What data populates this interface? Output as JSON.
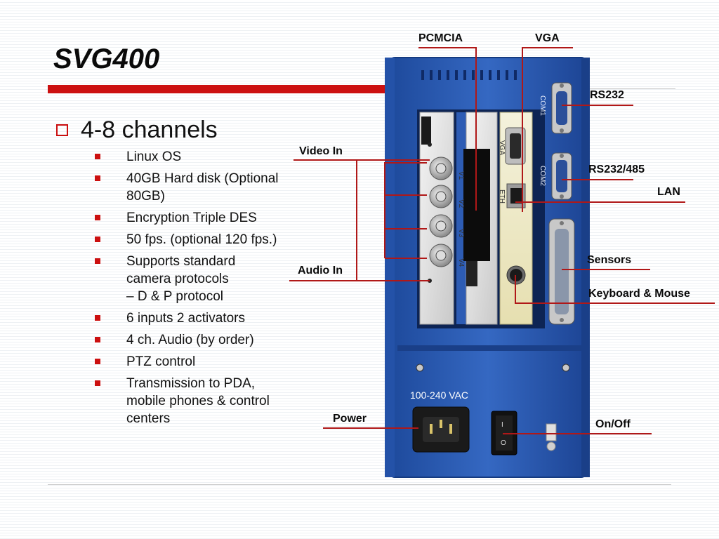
{
  "slide": {
    "title": "SVG400",
    "heading": "4-8 channels",
    "bullets": [
      {
        "lines": [
          "Linux OS"
        ]
      },
      {
        "lines": [
          "40GB Hard disk (Optional",
          "80GB)"
        ]
      },
      {
        "lines": [
          "Encryption Triple DES"
        ]
      },
      {
        "lines": [
          "50 fps. (optional 120 fps.)"
        ]
      },
      {
        "lines": [
          "Supports standard",
          "camera protocols",
          "– D & P protocol"
        ]
      },
      {
        "lines": [
          "6 inputs 2 activators"
        ]
      },
      {
        "lines": [
          "4 ch. Audio (by order)"
        ]
      },
      {
        "lines": [
          "PTZ control"
        ]
      },
      {
        "lines": [
          "Transmission to PDA,",
          "mobile phones & control",
          "centers"
        ]
      }
    ]
  },
  "callouts": {
    "pcmcia": "PCMCIA",
    "vga": "VGA",
    "rs232": "RS232",
    "rs232_485": "RS232/485",
    "lan": "LAN",
    "video_in": "Video In",
    "audio_in": "Audio In",
    "sensors": "Sensors",
    "keyboard_mouse": "Keyboard & Mouse",
    "power": "Power",
    "on_off": "On/Off"
  },
  "device_labels": {
    "com1": "COM1",
    "com2": "COM2",
    "vga_port": "VGA",
    "eth": "ETH",
    "v1": "V1",
    "v2": "V2",
    "v3": "V3",
    "v4": "V4",
    "voltage": "100-240 VAC",
    "switch_on": "I",
    "switch_off": "O"
  },
  "colors": {
    "accent_red": "#cc1010",
    "chassis_blue": "#2d5cb4",
    "callout_line": "#b01818"
  }
}
